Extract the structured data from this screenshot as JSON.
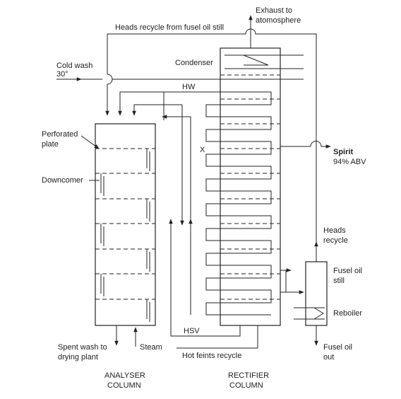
{
  "labels": {
    "exhaust_line1": "Exhaust to",
    "exhaust_line2": "atomosphere",
    "heads_recycle_top": "Heads recycle from fusel oil still",
    "cold_wash_line1": "Cold wash",
    "cold_wash_line2": "30°",
    "condenser": "Condenser",
    "hw": "HW",
    "perforated_line1": "Perforated",
    "perforated_line2": "plate",
    "x_marker": "X",
    "spirit": "Spirit",
    "spirit_abv": "94% ABV",
    "downcomer": "Downcomer",
    "heads_recycle_line1": "Heads",
    "heads_recycle_line2": "recycle",
    "fusel_still_line1": "Fusel oil",
    "fusel_still_line2": "still",
    "reboiler": "Reboiler",
    "hsv": "HSV",
    "spent_wash_line1": "Spent wash to",
    "spent_wash_line2": "drying plant",
    "steam": "Steam",
    "hot_feints": "Hot feints recycle",
    "fusel_out_line1": "Fusel oil",
    "fusel_out_line2": "out",
    "analyser_line1": "ANALYSER",
    "analyser_line2": "COLUMN",
    "rectifier_line1": "RECTIFIER",
    "rectifier_line2": "COLUMN"
  },
  "colors": {
    "line": "#222222",
    "background": "#ffffff"
  },
  "icons": {
    "arrowhead": "arrow-icon",
    "condenser_coil": "condenser-coil-icon",
    "reboiler_coil": "reboiler-coil-icon"
  }
}
